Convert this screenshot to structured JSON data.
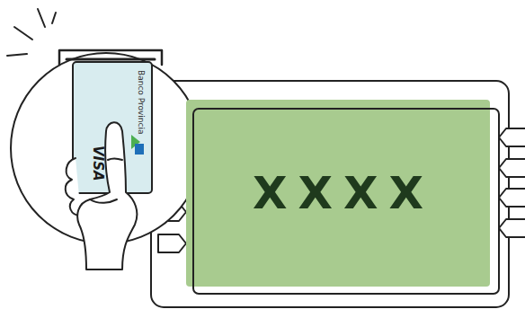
{
  "diagram": {
    "nodes": [
      {
        "text": [
          "Banco Provincia",
          "VISA"
        ]
      },
      {
        "text": [
          "XXXX"
        ]
      }
    ]
  }
}
